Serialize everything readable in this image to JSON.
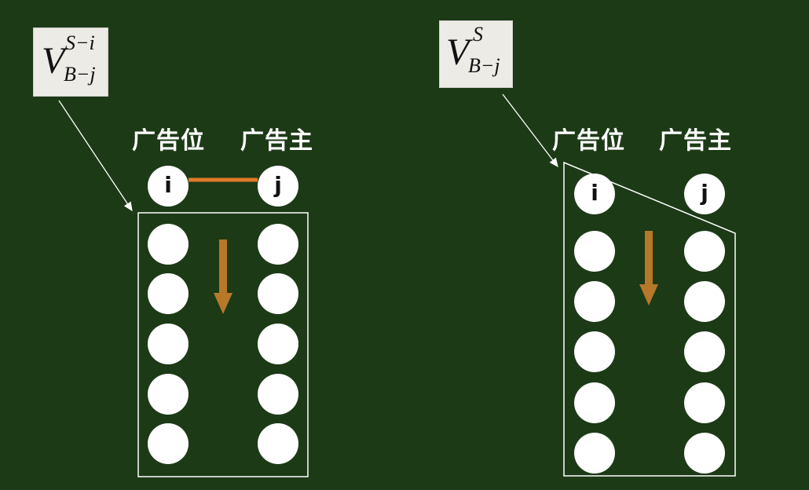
{
  "left_panel": {
    "formula": {
      "base": "V",
      "sup": "S−i",
      "sub": "B−j"
    },
    "col_labels": [
      "广告位",
      "广告主"
    ],
    "node_labels": [
      "i",
      "j"
    ]
  },
  "right_panel": {
    "formula": {
      "base": "V",
      "sup": "S",
      "sub": "B−j"
    },
    "col_labels": [
      "广告位",
      "广告主"
    ],
    "node_labels": [
      "i",
      "j"
    ]
  },
  "colors": {
    "background": "#1c3a16",
    "node_fill": "#ffffff",
    "edge": "#e07a2a",
    "arrow": "#b8782a",
    "outline": "#ffffff"
  }
}
